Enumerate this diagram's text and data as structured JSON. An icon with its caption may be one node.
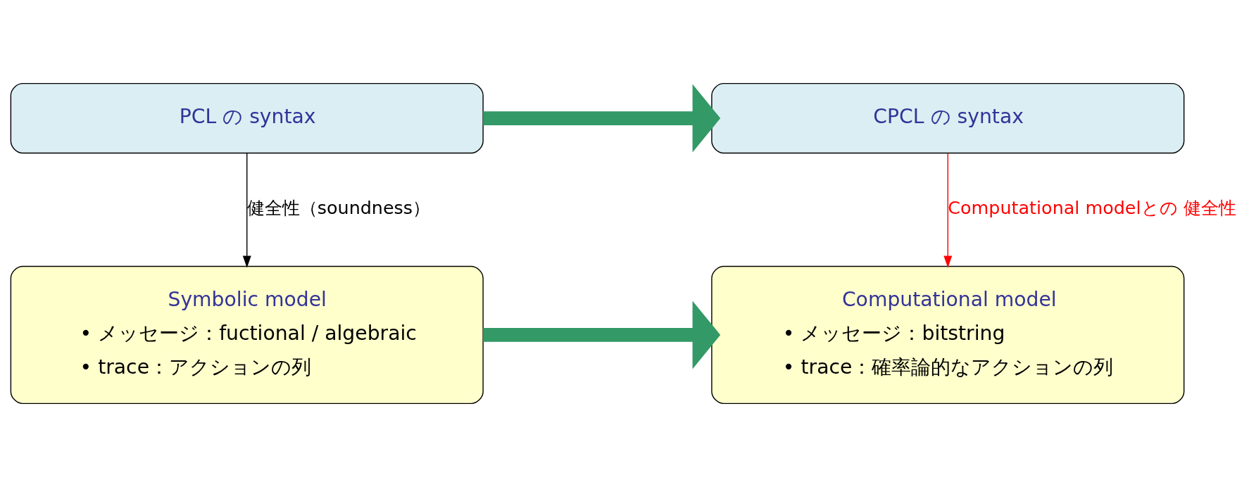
{
  "diagram": {
    "nodes": [
      {
        "text": [
          "PCL の syntax"
        ]
      },
      {
        "text": [
          "CPCL の syntax"
        ]
      },
      {
        "text": [
          "Symbolic model",
          "• メッセージ：fuctional / algebraic",
          "• trace：アクションの列"
        ]
      },
      {
        "text": [
          "Computational model",
          "• メッセージ：bitstring",
          "• trace：確率論的なアクションの列"
        ]
      }
    ],
    "edges": [
      {
        "from": 0,
        "to": 1,
        "arrow": "to",
        "style": "thick",
        "color": "#339966"
      },
      {
        "from": 0,
        "to": 2,
        "arrow": "to",
        "label": "健全性（soundness）",
        "color": "#000000"
      },
      {
        "from": 1,
        "to": 3,
        "arrow": "to",
        "label": "Computational modelとの 健全性",
        "color": "#ff0000"
      },
      {
        "from": 2,
        "to": 3,
        "arrow": "to",
        "style": "thick",
        "color": "#339966"
      }
    ]
  }
}
